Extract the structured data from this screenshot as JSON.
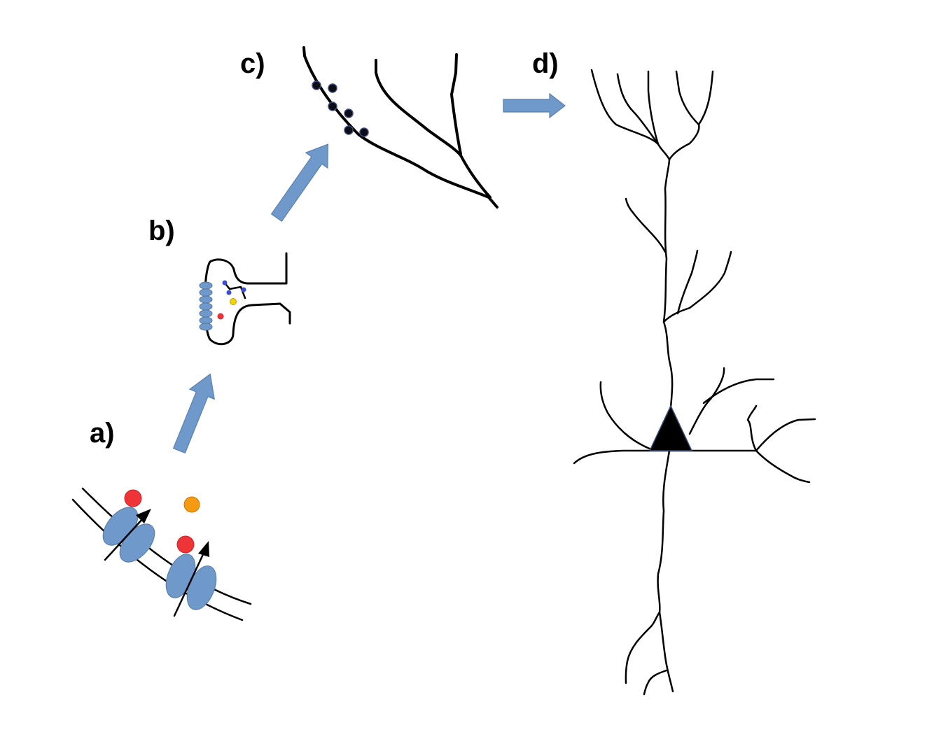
{
  "labels": {
    "a": "a)",
    "b": "b)",
    "c": "c)",
    "d": "d)"
  },
  "colors": {
    "background": "#ffffff",
    "ink": "#000000",
    "arrow": "#6f98cb",
    "arrow_stroke": "#5b7fb0",
    "receptor": "#6f98cb",
    "ligand_red": "#ef3438",
    "ligand_orange": "#f59a11",
    "vesicle_yellow": "#f4d40b",
    "vesicle_blue": "#3a4fd6"
  },
  "icons": {
    "flow_arrow": "block-arrow-icon",
    "membrane": "cell-membrane",
    "receptor": "receptor-protein",
    "ligand": "ligand-molecule",
    "spine": "dendritic-spine",
    "dendrite": "dendrite-branch",
    "neuron": "pyramidal-neuron"
  }
}
